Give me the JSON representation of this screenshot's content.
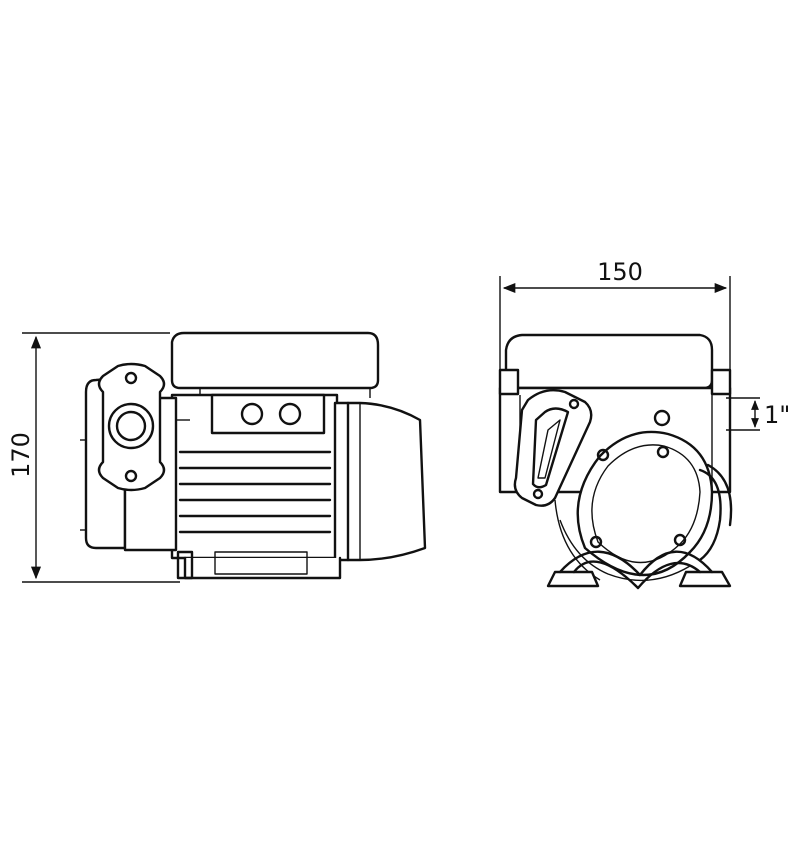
{
  "dimensions": {
    "height": "170",
    "width": "150",
    "port": "1\""
  }
}
